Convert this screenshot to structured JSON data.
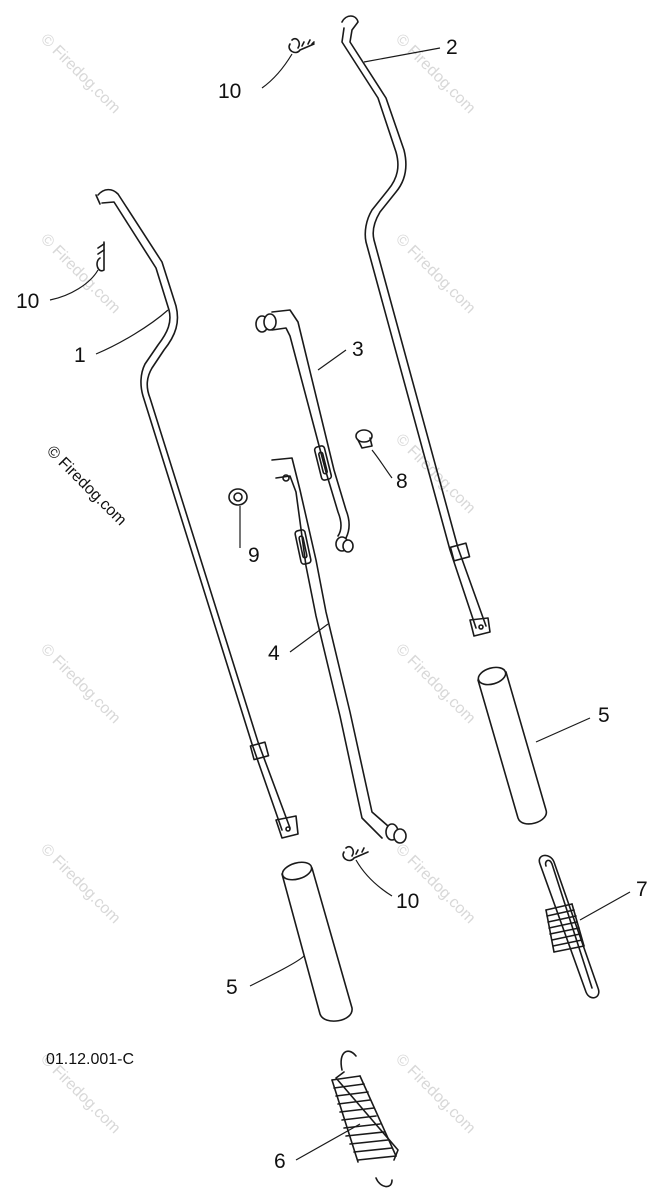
{
  "watermark": "© Firedog.com",
  "diagram_code": "01.12.001-C",
  "callouts": {
    "c1": "1",
    "c2": "2",
    "c3": "3",
    "c4": "4",
    "c5a": "5",
    "c5b": "5",
    "c6": "6",
    "c7": "7",
    "c8": "8",
    "c9": "9",
    "c10a": "10",
    "c10b": "10",
    "c10c": "10"
  }
}
